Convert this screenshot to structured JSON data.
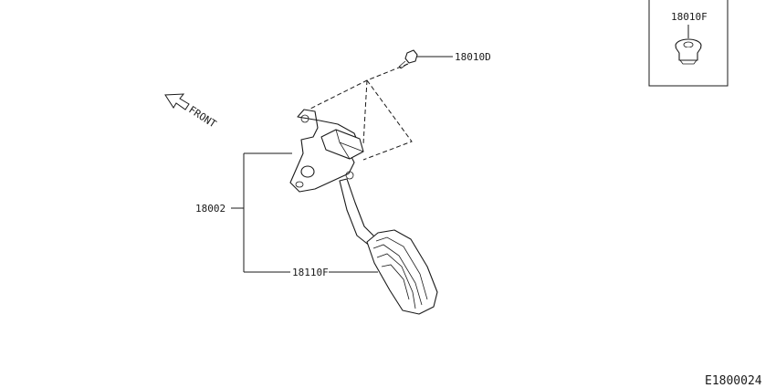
{
  "callouts": {
    "pedal_assembly": "18002",
    "bolt": "18010D",
    "pedal_pad": "18110F",
    "inset_cap": "18010F"
  },
  "direction_label": "FRONT",
  "diagram_code": "E1800024"
}
